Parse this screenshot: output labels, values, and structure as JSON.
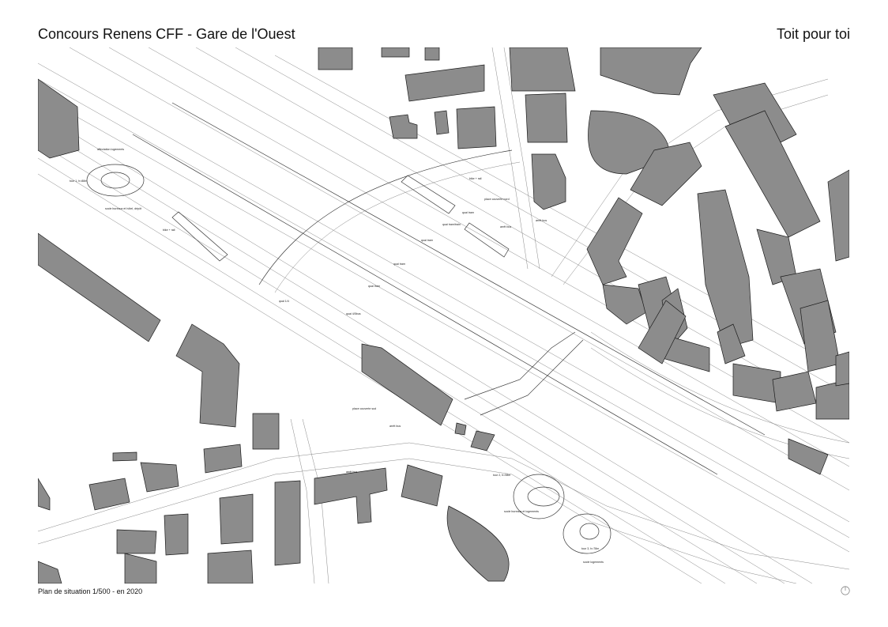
{
  "header": {
    "title_left": "Concours Renens CFF - Gare de l'Ouest",
    "title_right": "Toit pour toi"
  },
  "footer": {
    "caption": "Plan de situation 1/500 - en 2020"
  },
  "map": {
    "colors": {
      "building_fill": "#8c8c8c",
      "building_stroke": "#1a1a1a",
      "line": "#7a7a7a",
      "background": "#ffffff"
    },
    "labels": {
      "tour1": "tour 1, h=88m",
      "affect1": "affectation logements",
      "bureaux1": "socle bureaux et hôtel, dépôt",
      "bike_nw": "bike + rail",
      "quai1": "quai 1/4",
      "quai_center": "quai 4/5bus",
      "quai_tram1": "quai tram",
      "quai_tram2": "quai tram",
      "quai_tram3": "quai tram",
      "quai_tram4": "quai tram/train",
      "quai_tram5": "quai tram",
      "bike_ne": "bike + rail",
      "place_nord": "place couverte nord",
      "arret_bus_n": "arrêt bus",
      "arret_bus_n2": "arrêt bus",
      "place_sud": "place couverte sud",
      "arret_bus_s": "arrêt bus",
      "arret_bus_s2": "arrêt bus",
      "tour2": "tour 2, h=98m",
      "bureaux2": "socle bureaux et logements",
      "tour3": "tour 3, h=78m",
      "affect3": "socle logements"
    }
  }
}
